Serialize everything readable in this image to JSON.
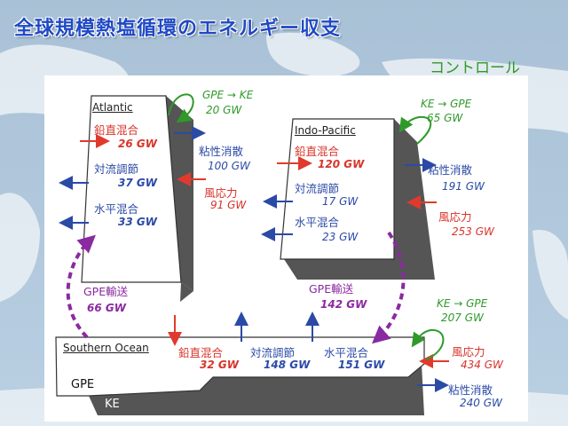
{
  "title": "全球規模熱塩循環のエネルギー収支",
  "subtitle": "コントロール",
  "colors": {
    "title": "#1f49c4",
    "subtitle": "#2d9a25",
    "red_arrow": "#e03a2c",
    "blue_arrow": "#2b4aa6",
    "green_arrow": "#2f9a2a",
    "purple_arrow": "#8a2aa0",
    "ke_layer": "#555555"
  },
  "atlantic": {
    "name": "Atlantic",
    "vertical_mixing": {
      "label": "鉛直混合",
      "value": "26 GW"
    },
    "convection": {
      "label": "対流調節",
      "value": "37 GW"
    },
    "horizontal_mixing": {
      "label": "水平混合",
      "value": "33 GW"
    },
    "gpe_to_ke": {
      "label": "GPE → KE",
      "value": "20 GW"
    },
    "viscous_dissipation": {
      "label": "粘性消散",
      "value": "100 GW"
    },
    "wind_stress": {
      "label": "風応力",
      "value": "91 GW"
    }
  },
  "indo_pacific": {
    "name": "Indo-Pacific",
    "vertical_mixing": {
      "label": "鉛直混合",
      "value": "120 GW"
    },
    "convection": {
      "label": "対流調節",
      "value": "17 GW"
    },
    "horizontal_mixing": {
      "label": "水平混合",
      "value": "23 GW"
    },
    "ke_to_gpe": {
      "label": "KE → GPE",
      "value": "65 GW"
    },
    "viscous_dissipation": {
      "label": "粘性消散",
      "value": "191 GW"
    },
    "wind_stress": {
      "label": "風応力",
      "value": "253 GW"
    }
  },
  "southern_ocean": {
    "name": "Southern Ocean",
    "vertical_mixing": {
      "label": "鉛直混合",
      "value": "32 GW"
    },
    "convection": {
      "label": "対流調節",
      "value": "148 GW"
    },
    "horizontal_mixing": {
      "label": "水平混合",
      "value": "151 GW"
    },
    "ke_to_gpe": {
      "label": "KE → GPE",
      "value": "207 GW"
    },
    "wind_stress": {
      "label": "風応力",
      "value": "434 GW"
    },
    "viscous_dissipation": {
      "label": "粘性消散",
      "value": "240 GW"
    }
  },
  "transport": {
    "atlantic": {
      "label": "GPE輸送",
      "value": "66 GW"
    },
    "indo_pacific": {
      "label": "GPE輸送",
      "value": "142 GW"
    }
  },
  "layers": {
    "gpe": "GPE",
    "ke": "KE"
  }
}
